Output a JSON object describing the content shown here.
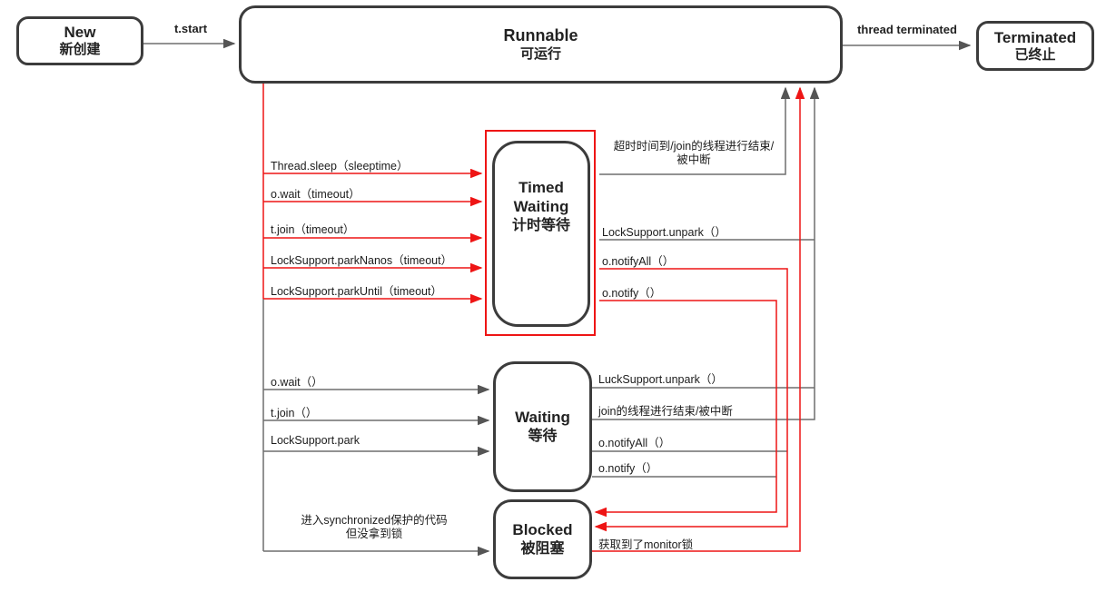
{
  "colors": {
    "red": "#ee1515",
    "gray": "#6e6e6e",
    "node_border": "#3c3c3c"
  },
  "nodes": {
    "new": {
      "title": "New",
      "subtitle": "新创建"
    },
    "runnable": {
      "title": "Runnable",
      "subtitle": "可运行"
    },
    "terminated": {
      "title": "Terminated",
      "subtitle": "已终止"
    },
    "timed_waiting": {
      "title_line1": "Timed",
      "title_line2": "Waiting",
      "subtitle": "计时等待"
    },
    "waiting": {
      "title": "Waiting",
      "subtitle": "等待"
    },
    "blocked": {
      "title": "Blocked",
      "subtitle": "被阻塞"
    }
  },
  "edges": {
    "new_to_runnable": {
      "label": "t.start"
    },
    "runnable_to_terminated": {
      "label": "thread terminated"
    },
    "runnable_to_timed_waiting": [
      {
        "label": "Thread.sleep（sleeptime）"
      },
      {
        "label": "o.wait（timeout）"
      },
      {
        "label": "t.join（timeout）"
      },
      {
        "label": "LockSupport.parkNanos（timeout）"
      },
      {
        "label": "LockSupport.parkUntil（timeout）"
      }
    ],
    "timed_waiting_to_runnable": {
      "timeout_label_line1": "超时时间到/join的线程进行结束/",
      "timeout_label_line2": "被中断",
      "unpark_label": "LockSupport.unpark（）"
    },
    "timed_waiting_to_blocked": {
      "notify_all_label": "o.notifyAll（）",
      "notify_label": "o.notify（）"
    },
    "runnable_to_waiting": [
      {
        "label": "o.wait（）"
      },
      {
        "label": "t.join（）"
      },
      {
        "label": "LockSupport.park"
      }
    ],
    "waiting_to_runnable": {
      "unpark_label": "LuckSupport.unpark（）",
      "join_label": "join的线程进行结束/被中断"
    },
    "waiting_to_blocked": {
      "notify_all_label": "o.notifyAll（）",
      "notify_label": "o.notify（）"
    },
    "runnable_to_blocked": {
      "label_line1": "进入synchronized保护的代码",
      "label_line2": "但没拿到锁"
    },
    "blocked_to_runnable": {
      "label": "获取到了monitor锁"
    }
  }
}
